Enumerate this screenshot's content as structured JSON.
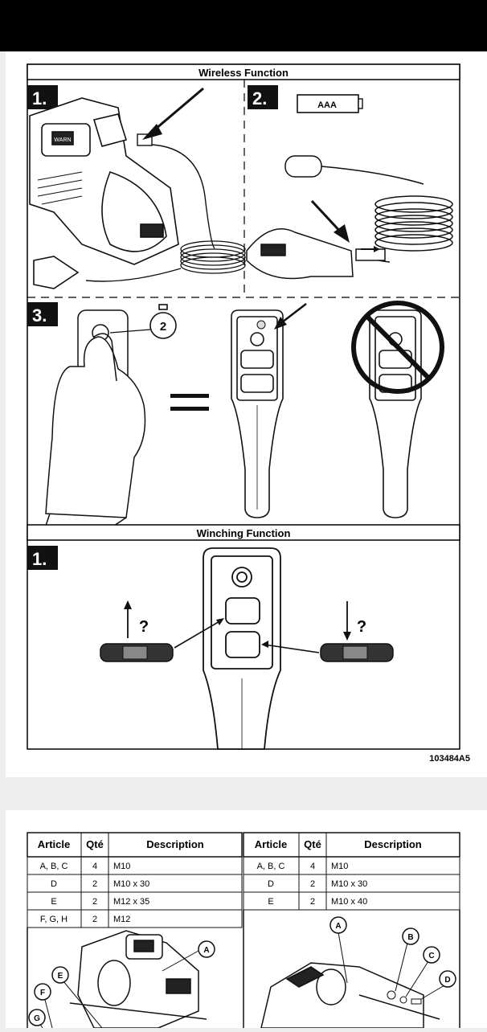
{
  "page1": {
    "section_wireless": "Wireless Function",
    "section_winching": "Winching Function",
    "step1": "1.",
    "step2": "2.",
    "step3": "3.",
    "step1b": "1.",
    "battery_label": "AAA",
    "timer_value": "2",
    "brand_text": "WARN",
    "doc_code": "103484A5",
    "question_mark": "?"
  },
  "table_left": {
    "headers": [
      "Article",
      "Qté",
      "Description"
    ],
    "rows": [
      [
        "A, B, C",
        "4",
        "M10"
      ],
      [
        "D",
        "2",
        "M10 x 30"
      ],
      [
        "E",
        "2",
        "M12 x 35"
      ],
      [
        "F, G, H",
        "2",
        "M12"
      ]
    ]
  },
  "table_right": {
    "headers": [
      "Article",
      "Qté",
      "Description"
    ],
    "rows": [
      [
        "A, B, C",
        "4",
        "M10"
      ],
      [
        "D",
        "2",
        "M10 x 30"
      ],
      [
        "E",
        "2",
        "M10 x 40"
      ]
    ]
  },
  "callouts_left": [
    "A",
    "E",
    "F",
    "G"
  ],
  "callouts_right": [
    "A",
    "B",
    "C",
    "D"
  ]
}
